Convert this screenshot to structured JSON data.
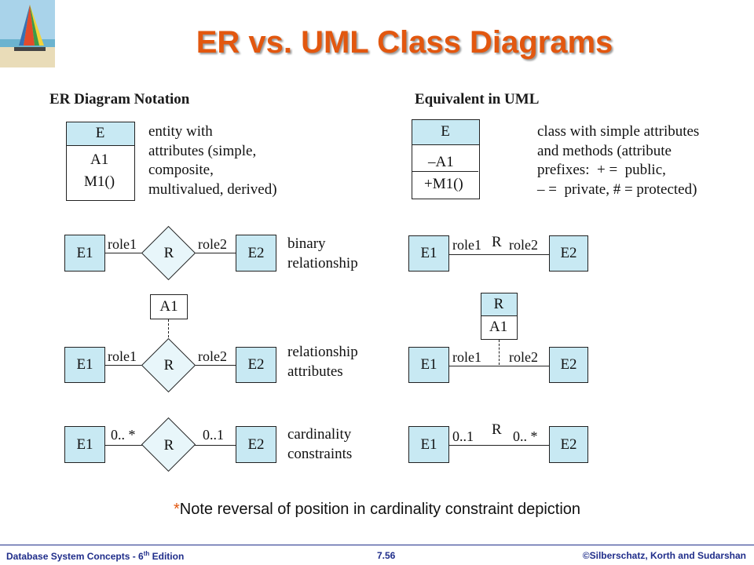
{
  "title": "ER vs. UML Class Diagrams",
  "left_heading": "ER Diagram Notation",
  "right_heading": "Equivalent in UML",
  "er_entity": {
    "name": "E",
    "attr": "A1",
    "method": "M1()"
  },
  "er_entity_desc": "entity with\nattributes (simple,\ncomposite,\nmultivalued, derived)",
  "uml_class": {
    "name": "E",
    "attr": "–A1",
    "method": "+M1()"
  },
  "uml_class_desc": "class with simple attributes\nand methods (attribute\nprefixes:  + =  public,\n– =  private, # = protected)",
  "binary": {
    "e1": "E1",
    "e2": "E2",
    "r": "R",
    "role1": "role1",
    "role2": "role2",
    "desc": "binary\nrelationship"
  },
  "rel_attr": {
    "e1": "E1",
    "e2": "E2",
    "r": "R",
    "role1": "role1",
    "role2": "role2",
    "a1": "A1",
    "desc": "relationship\nattributes"
  },
  "cardinality": {
    "e1": "E1",
    "e2": "E2",
    "r": "R",
    "er_left": "0.. *",
    "er_right": "0..1",
    "uml_left": "0..1",
    "uml_right": "0.. *",
    "desc": "cardinality\nconstraints"
  },
  "note": {
    "asterisk": "*",
    "text": "Note reversal of position in cardinality constraint depiction"
  },
  "footer": {
    "left_main": "Database  System  Concepts  - 6",
    "left_sup": "th",
    "left_end": " Edition",
    "center": "7.56",
    "right": "©Silberschatz, Korth  and  Sudarshan"
  },
  "colors": {
    "title": "#e2570f",
    "box_fill": "#c8e9f3",
    "diamond_fill": "#e8f6fa",
    "footer": "#1f2d8a"
  }
}
